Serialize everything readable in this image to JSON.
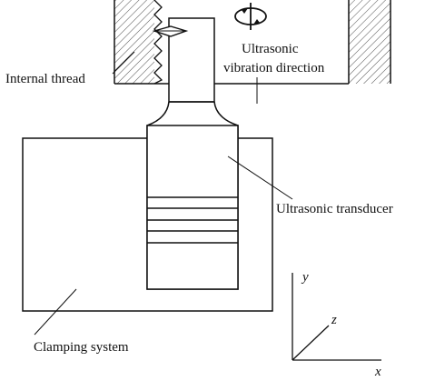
{
  "labels": {
    "internal_thread": "Internal thread",
    "vibration_line1": "Ultrasonic",
    "vibration_line2": "vibration direction",
    "transducer": "Ultrasonic transducer",
    "clamping": "Clamping system"
  },
  "axes": {
    "x": "x",
    "y": "y",
    "z": "z"
  },
  "colors": {
    "stroke": "#111111",
    "hatch": "#555555",
    "background": "#ffffff"
  },
  "icons": [
    "rotation-direction-icon",
    "cutting-tool-icon"
  ]
}
